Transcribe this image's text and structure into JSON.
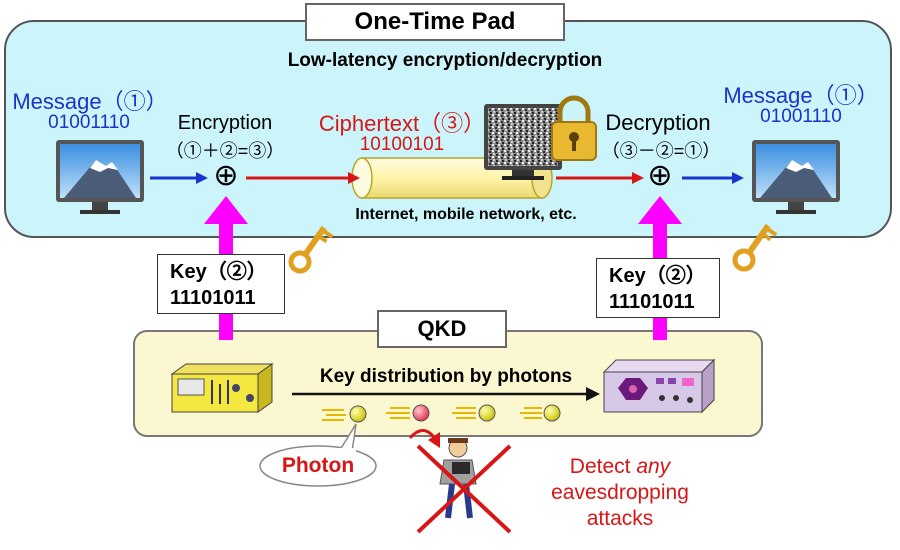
{
  "otp": {
    "title": "One-Time Pad",
    "subtitle": "Low-latency encryption/decryption",
    "message_left_label": "Message（①）",
    "message_left_bits": "01001110",
    "encryption_label": "Encryption",
    "encryption_formula": "（①＋②=③）",
    "ciphertext_label": "Ciphertext（③）",
    "ciphertext_bits": "10100101",
    "decryption_label": "Decryption",
    "decryption_formula": "（③－②=①）",
    "message_right_label": "Message（①）",
    "message_right_bits": "01001110",
    "channel_label": "Internet, mobile network, etc.",
    "xor_symbol": "⊕"
  },
  "keys": {
    "left_label": "Key（②）",
    "left_bits": "11101011",
    "right_label": "Key（②）",
    "right_bits": "11101011"
  },
  "qkd": {
    "title": "QKD",
    "distribution_label": "Key distribution by photons",
    "photon_label": "Photon"
  },
  "eavesdrop": {
    "line1_prefix": "Detect ",
    "line1_emphasis": "any",
    "line2": "eavesdropping",
    "line3": "attacks"
  },
  "colors": {
    "otp_panel": "#ccf5fb",
    "qkd_panel": "#fbf7d0",
    "message_blue": "#1a33cc",
    "ciphertext_red": "#d81616",
    "key_arrow_magenta": "#ff00ff",
    "photon_yellow": "#e8e000",
    "photon_red": "#ff5a78"
  },
  "icons": [
    "monitor-mountain-icon",
    "padlock-icon",
    "key-icon",
    "qkd-transmitter-icon",
    "qkd-receiver-icon",
    "eavesdropper-icon",
    "cross-icon"
  ]
}
